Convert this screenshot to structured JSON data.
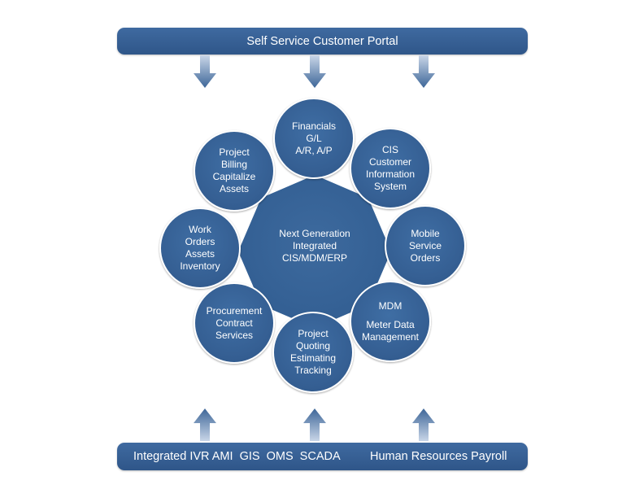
{
  "top_bar": {
    "label": "Self Service Customer Portal"
  },
  "bottom_bar": {
    "left_label": "Integrated IVR AMI  GIS  OMS  SCADA",
    "right_label": "Human Resources Payroll"
  },
  "hub": {
    "lines": [
      "Next Generation",
      "Integrated",
      "CIS/MDM/ERP"
    ]
  },
  "nodes": [
    {
      "lines": [
        "Financials",
        "G/L",
        "A/R, A/P"
      ]
    },
    {
      "lines": [
        "CIS",
        "Customer",
        "Information",
        "System"
      ]
    },
    {
      "lines": [
        "Mobile",
        "Service",
        "Orders"
      ]
    },
    {
      "lines": [
        "MDM",
        "",
        "Meter Data",
        "Management"
      ]
    },
    {
      "lines": [
        "Project",
        "Quoting",
        "Estimating",
        "Tracking"
      ]
    },
    {
      "lines": [
        "Procurement",
        "Contract",
        "Services"
      ]
    },
    {
      "lines": [
        "Work",
        "Orders",
        "Assets",
        "Inventory"
      ]
    },
    {
      "lines": [
        "Project",
        "Billing",
        "Capitalize",
        "Assets"
      ]
    }
  ],
  "colors": {
    "node_fill": "#355f93",
    "bar_fill": "#3a6398",
    "arrow_light": "#c9d6e8",
    "arrow_dark": "#3d6698"
  }
}
